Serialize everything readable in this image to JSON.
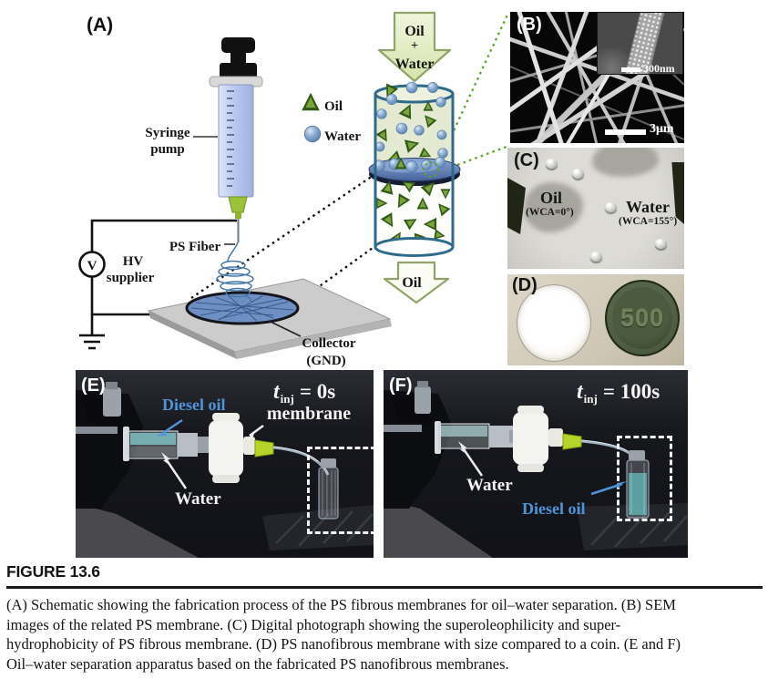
{
  "panel_a": {
    "label": "(A)",
    "syringe_line1": "Syringe",
    "syringe_line2": "pump",
    "ps_fiber": "PS Fiber",
    "voltmeter": "V",
    "hv_line1": "HV",
    "hv_line2": "supplier",
    "collector_line1": "Collector",
    "collector_line2": "(GND)",
    "legend_oil": "Oil",
    "legend_water": "Water",
    "arrow_top_1": "Oil",
    "arrow_top_2": "+",
    "arrow_top_3": "Water",
    "arrow_bottom": "Oil"
  },
  "panel_b": {
    "label": "(B)",
    "inset_scale": "300nm",
    "main_scale": "3μm"
  },
  "panel_c": {
    "label": "(C)",
    "oil": "Oil",
    "oil_wca": "(WCA=0°)",
    "water": "Water",
    "water_wca": "(WCA=155°)"
  },
  "panel_d": {
    "label": "(D)",
    "coin": "500"
  },
  "panel_e": {
    "label": "(E)",
    "diesel": "Diesel oil",
    "membrane": "membrane",
    "t": "t",
    "t_sub": "inj",
    "t_val": "= 0s",
    "water": "Water"
  },
  "panel_f": {
    "label": "(F)",
    "t": "t",
    "t_sub": "inj",
    "t_val": "= 100s",
    "water": "Water",
    "diesel": "Diesel oil"
  },
  "caption": {
    "heading": "FIGURE 13.6",
    "lines": [
      "(A) Schematic showing the fabrication process of the PS fibrous membranes for oil–water separation. (B) SEM",
      "images of the related PS membrane. (C) Digital photograph showing the superoleophilicity and super-",
      "hydrophobicity of PS fibrous membrane. (D) PS nanofibrous membrane with size compared to a coin. (E and F)",
      "Oil–water separation apparatus based on the fabricated PS nanofibrous membranes."
    ]
  },
  "colors": {
    "diesel_text_blue": "#4f93d8",
    "oil_green": "#2f5a16",
    "water_blue": "#7a9cc8",
    "membrane_blue": "#5b7fb5",
    "arrow_fill": "#e6efc9"
  }
}
